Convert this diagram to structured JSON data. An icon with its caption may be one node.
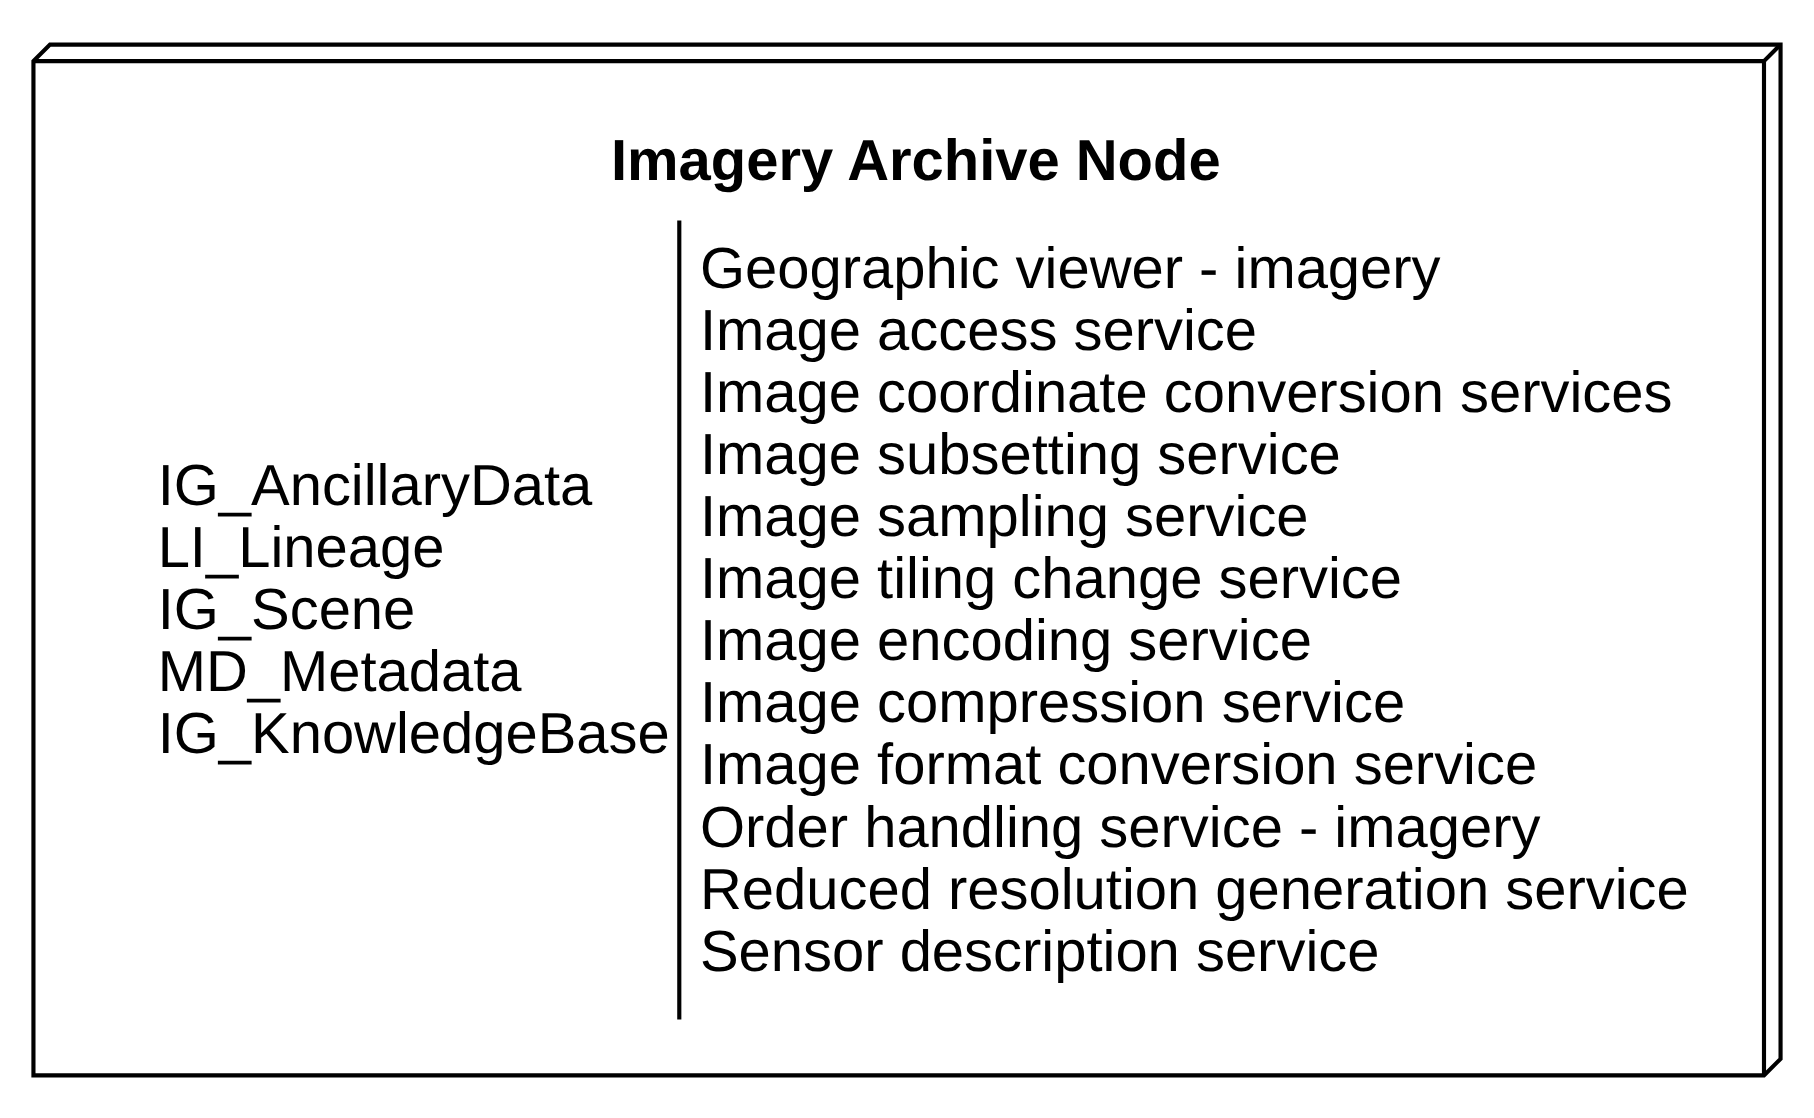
{
  "diagram": {
    "nodes": [
      {
        "text": [
          "Imagery Archive Node",
          "IG_AncillaryData",
          "LI_Lineage",
          "IG_Scene",
          "MD_Metadata",
          "IG_KnowledgeBase",
          "Geographic viewer - imagery",
          "Image access service",
          "Image coordinate conversion services",
          "Image subsetting service",
          "Image sampling service",
          "Image tiling change service",
          "Image encoding service",
          "Image compression service",
          "Image format conversion service",
          "Order handling service - imagery",
          "Reduced resolution generation service",
          "Sensor description service"
        ]
      }
    ],
    "edges": []
  }
}
